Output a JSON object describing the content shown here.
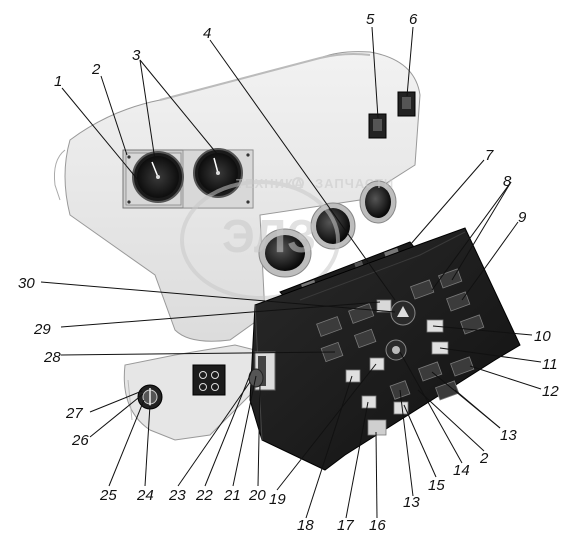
{
  "watermark": {
    "text_left": "ТЕХНИКА",
    "text_right": "ЗАПЧАСТИ",
    "logo": "ЭЛЗ"
  },
  "callouts": {
    "c1": "1",
    "c2": "2",
    "c3": "3",
    "c4": "4",
    "c5": "5",
    "c6": "6",
    "c7": "7",
    "c8": "8",
    "c9": "9",
    "c10": "10",
    "c11": "11",
    "c12": "12",
    "c13a": "13",
    "c13b": "13",
    "c14": "14",
    "c15": "15",
    "c16": "16",
    "c17": "17",
    "c18": "18",
    "c19": "19",
    "c20": "20",
    "c21": "21",
    "c22": "22",
    "c23": "23",
    "c24": "24",
    "c25": "25",
    "c26": "26",
    "c27": "27",
    "c28": "28",
    "c29": "29",
    "c30": "30",
    "c2b": "2"
  }
}
